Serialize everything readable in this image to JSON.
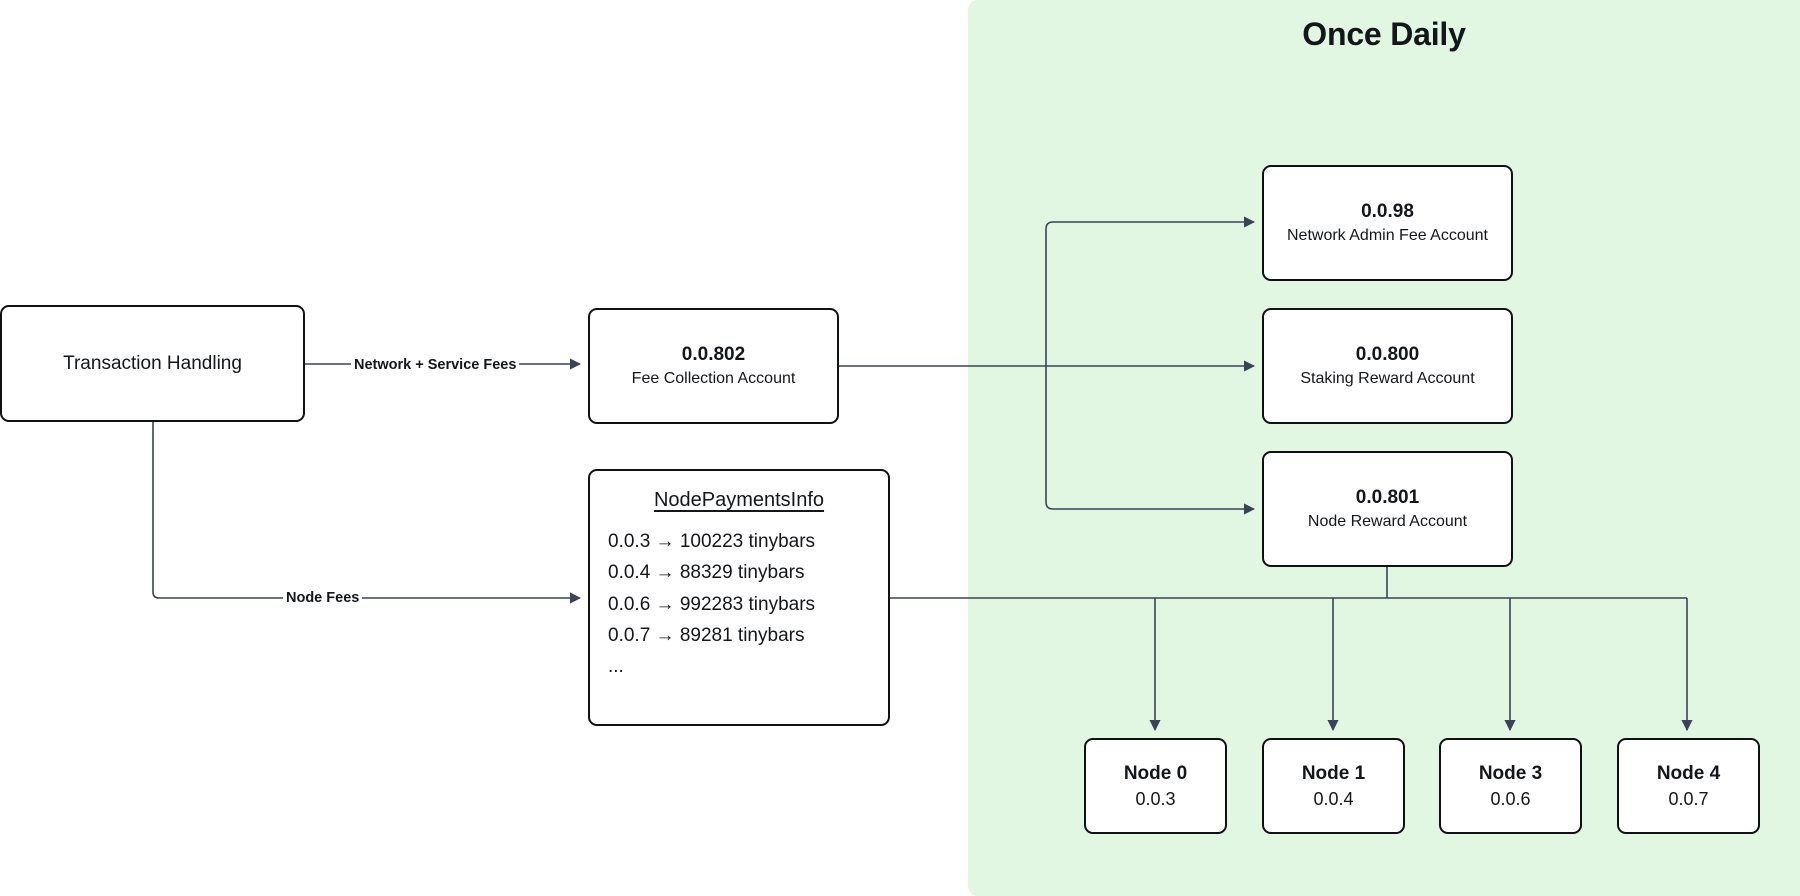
{
  "diagram": {
    "title": "Once Daily",
    "panel_color": "#e2f7e1",
    "background_color": "#ffffff",
    "line_color": "#3c4257",
    "box_border_color": "#0f1114"
  },
  "source": {
    "label": "Transaction Handling"
  },
  "edges": {
    "network_service_fees": "Network + Service Fees",
    "node_fees": "Node Fees"
  },
  "fee_collection": {
    "account": "0.0.802",
    "name": "Fee Collection Account"
  },
  "node_payments": {
    "title": "NodePaymentsInfo",
    "rows": [
      "0.0.3 → 100223 tinybars",
      "0.0.4 → 88329 tinybars",
      "0.0.6 → 992283 tinybars",
      "0.0.7 → 89281 tinybars",
      "..."
    ]
  },
  "accounts": [
    {
      "account": "0.0.98",
      "name": "Network Admin Fee Account"
    },
    {
      "account": "0.0.800",
      "name": "Staking Reward Account"
    },
    {
      "account": "0.0.801",
      "name": "Node Reward Account"
    }
  ],
  "nodes": [
    {
      "label": "Node 0",
      "account": "0.0.3"
    },
    {
      "label": "Node 1",
      "account": "0.0.4"
    },
    {
      "label": "Node 3",
      "account": "0.0.6"
    },
    {
      "label": "Node 4",
      "account": "0.0.7"
    }
  ]
}
